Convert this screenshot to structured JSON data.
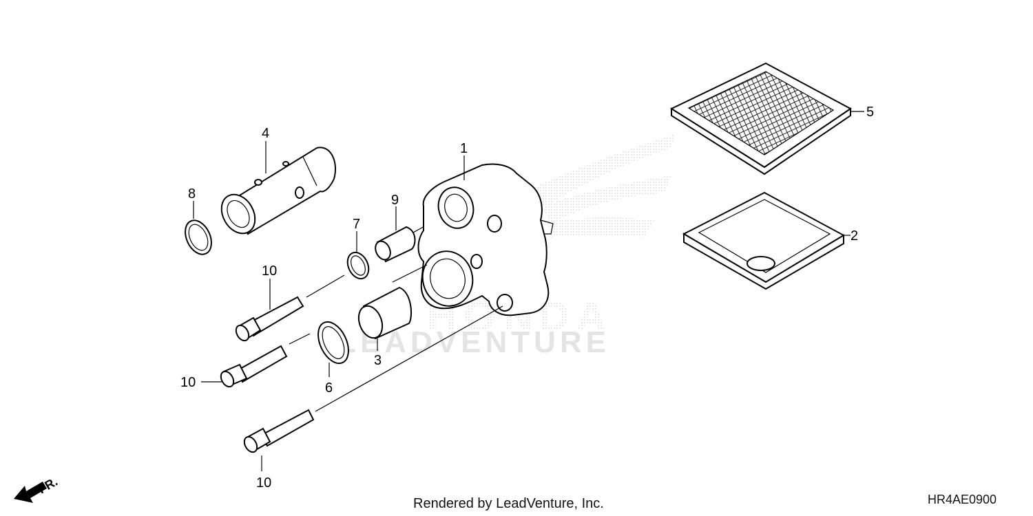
{
  "callouts": {
    "p1": "1",
    "p2": "2",
    "p3": "3",
    "p4": "4",
    "p5": "5",
    "p6": "6",
    "p7": "7",
    "p8": "8",
    "p9": "9",
    "p10a": "10",
    "p10b": "10",
    "p10c": "10"
  },
  "direction_label": "FR.",
  "watermark": {
    "brand": "HONDA",
    "text": "LEADVENTURE"
  },
  "footer": {
    "rendered_by": "Rendered by LeadVenture, Inc.",
    "diagram_code": "HR4AE0900"
  }
}
